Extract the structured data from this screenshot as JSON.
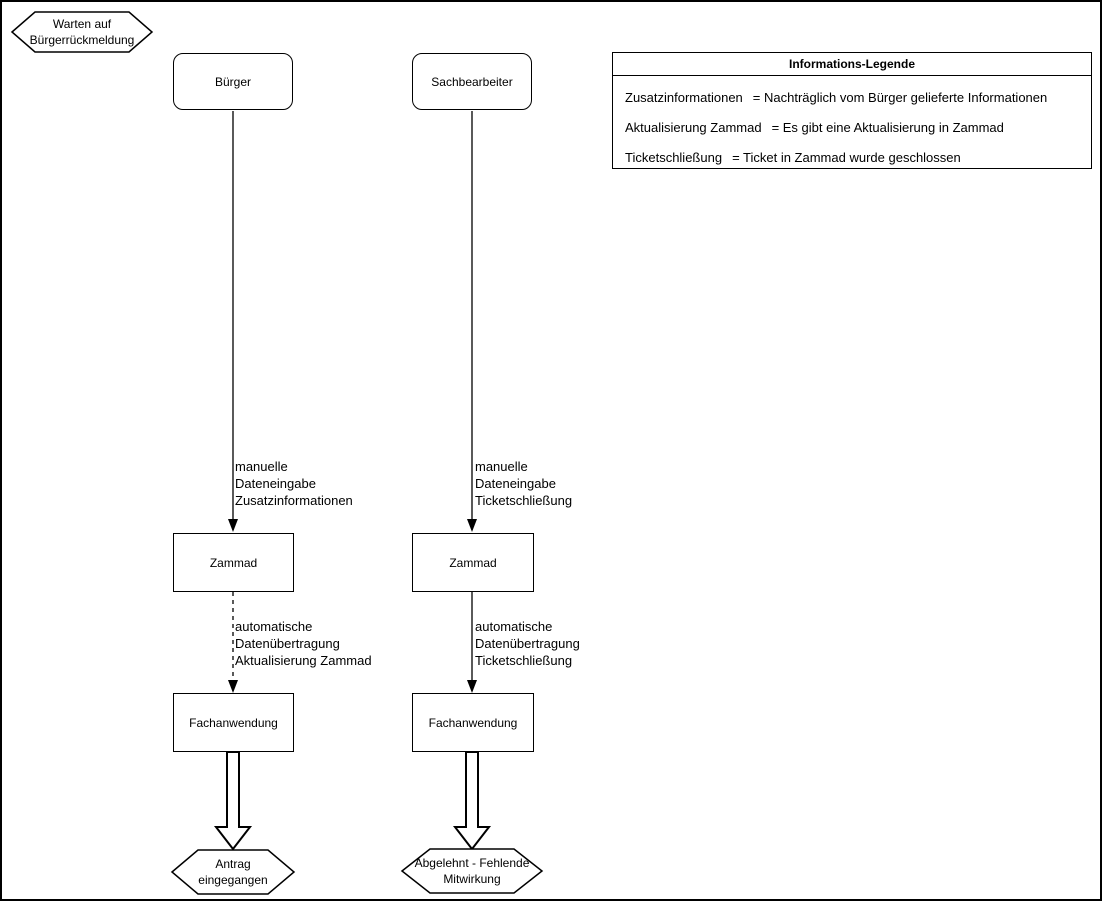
{
  "diagram": {
    "background": "#ffffff",
    "stroke_color": "#000000",
    "status_hexagon": {
      "lines": [
        "Warten auf",
        "Bürgerrückmeldung"
      ]
    },
    "legend": {
      "title": "Informations-Legende",
      "rows": [
        {
          "term": "Zusatzinformationen",
          "definition": "= Nachträglich vom Bürger gelieferte Informationen"
        },
        {
          "term": "Aktualisierung Zammad",
          "definition": "= Es gibt eine Aktualisierung in Zammad"
        },
        {
          "term": "Ticketschließung",
          "definition": "= Ticket in Zammad wurde geschlossen"
        }
      ]
    },
    "lanes": [
      {
        "actor": "Bürger",
        "manual_arrow": {
          "style": "solid",
          "label_lines": [
            "manuelle",
            "Dateneingabe",
            "Zusatzinformationen"
          ]
        },
        "ticket_system": "Zammad",
        "auto_arrow": {
          "style": "dashed",
          "label_lines": [
            "automatische",
            "Datenübertragung",
            "Aktualisierung Zammad"
          ]
        },
        "target_system": "Fachanwendung",
        "result_hexagon": {
          "lines": [
            "Antrag",
            "eingegangen"
          ]
        }
      },
      {
        "actor": "Sachbearbeiter",
        "manual_arrow": {
          "style": "solid",
          "label_lines": [
            "manuelle",
            "Dateneingabe",
            "Ticketschließung"
          ]
        },
        "ticket_system": "Zammad",
        "auto_arrow": {
          "style": "solid",
          "label_lines": [
            "automatische",
            "Datenübertragung",
            "Ticketschließung"
          ]
        },
        "target_system": "Fachanwendung",
        "result_hexagon": {
          "lines": [
            "Abgelehnt - Fehlende",
            "Mitwirkung"
          ]
        }
      }
    ]
  }
}
